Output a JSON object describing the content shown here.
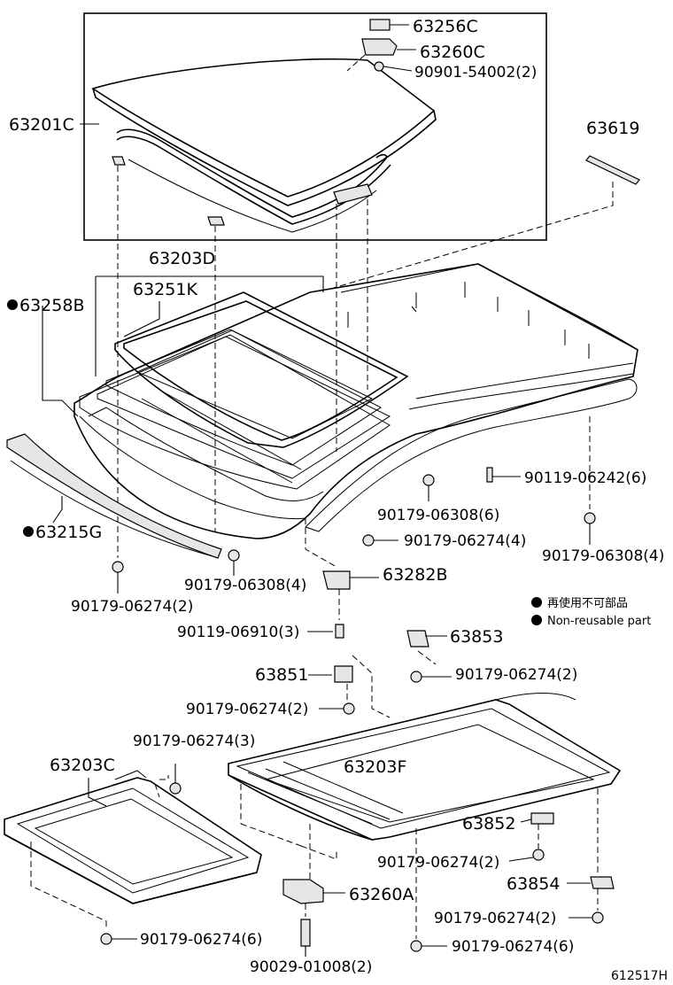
{
  "labels": {
    "p63256C": "63256C",
    "p63260C": "63260C",
    "p90901": "90901-54002(2)",
    "p63201C": "63201C",
    "p63619": "63619",
    "p63203D": "63203D",
    "p63251K": "63251K",
    "p63258B": "63258B",
    "p90119_06242": "90119-06242(6)",
    "p90179_06308_6": "90179-06308(6)",
    "p90179_06274_4": "90179-06274(4)",
    "p90179_06308_4b": "90179-06308(4)",
    "p63215G": "63215G",
    "p90179_06308_4a": "90179-06308(4)",
    "p63282B": "63282B",
    "p90179_06274_2a": "90179-06274(2)",
    "p90119_06910": "90119-06910(3)",
    "p63853": "63853",
    "p63851": "63851",
    "p90179_06274_2b": "90179-06274(2)",
    "p90179_06274_2c": "90179-06274(2)",
    "p90179_06274_3": "90179-06274(3)",
    "p63203C": "63203C",
    "p63203F": "63203F",
    "p63852": "63852",
    "p90179_06274_2d": "90179-06274(2)",
    "p63854": "63854",
    "p90179_06274_2e": "90179-06274(2)",
    "p63260A": "63260A",
    "p90179_06274_6a": "90179-06274(6)",
    "p90179_06274_6b": "90179-06274(6)",
    "p90029": "90029-01008(2)"
  },
  "legend": {
    "line1": "再使用不可部品",
    "line2": "Non-reusable part"
  },
  "diagram_ref": "612517H"
}
